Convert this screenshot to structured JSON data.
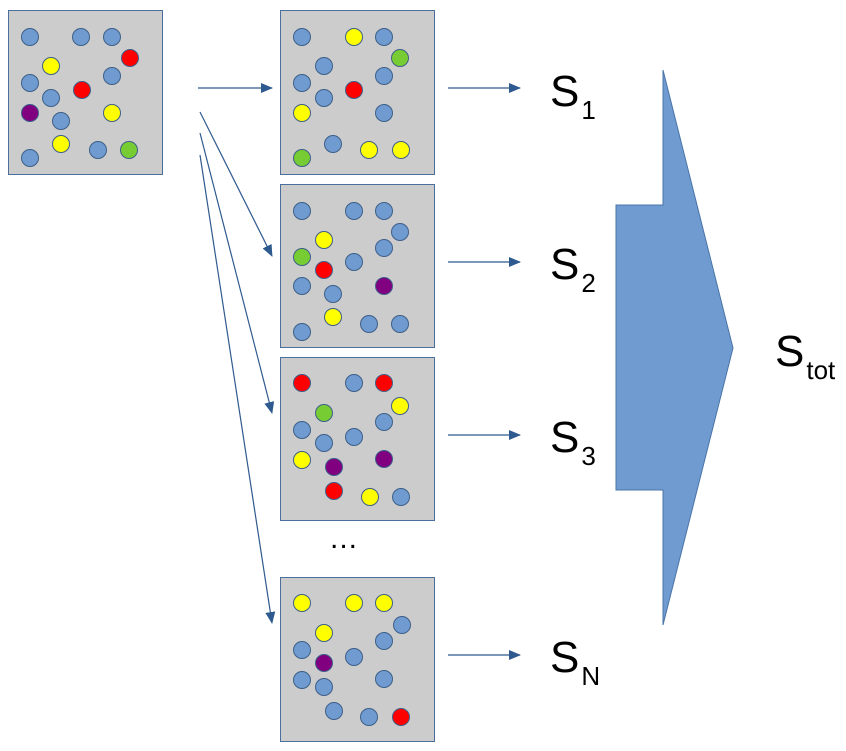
{
  "colors": {
    "blue": "#6f9bd0",
    "yellow": "#ffff00",
    "red": "#ff0000",
    "green": "#77cc33",
    "purple": "#800080",
    "box_fill": "#cccccc",
    "arrow": "#2f5a8f",
    "big_arrow": "#6f9bd0"
  },
  "boxes": [
    {
      "id": "source",
      "balls": [
        "blue",
        "blue",
        "blue",
        "red",
        "yellow",
        "blue",
        "blue",
        "red",
        "blue",
        "purple",
        "yellow",
        "blue",
        "yellow",
        "blue",
        "green",
        "blue"
      ]
    },
    {
      "id": "sample-1",
      "balls": [
        "blue",
        "yellow",
        "blue",
        "green",
        "blue",
        "blue",
        "blue",
        "red",
        "blue",
        "yellow",
        "blue",
        "blue",
        "yellow",
        "yellow",
        "green"
      ]
    },
    {
      "id": "sample-2",
      "balls": [
        "blue",
        "blue",
        "blue",
        "blue",
        "yellow",
        "blue",
        "green",
        "red",
        "blue",
        "blue",
        "blue",
        "purple",
        "yellow",
        "blue",
        "blue",
        "blue"
      ]
    },
    {
      "id": "sample-3",
      "balls": [
        "red",
        "blue",
        "red",
        "yellow",
        "green",
        "blue",
        "blue",
        "blue",
        "blue",
        "yellow",
        "purple",
        "purple",
        "red",
        "yellow",
        "blue"
      ]
    },
    {
      "id": "sample-N",
      "balls": [
        "yellow",
        "yellow",
        "yellow",
        "blue",
        "yellow",
        "blue",
        "blue",
        "purple",
        "blue",
        "blue",
        "blue",
        "blue",
        "blue",
        "blue",
        "red"
      ]
    }
  ],
  "ellipsis": "...",
  "labels": [
    {
      "base": "S",
      "sub": "1"
    },
    {
      "base": "S",
      "sub": "2"
    },
    {
      "base": "S",
      "sub": "3"
    },
    {
      "base": "S",
      "sub": "N"
    }
  ],
  "total_label": {
    "base": "S",
    "sub": "tot"
  }
}
